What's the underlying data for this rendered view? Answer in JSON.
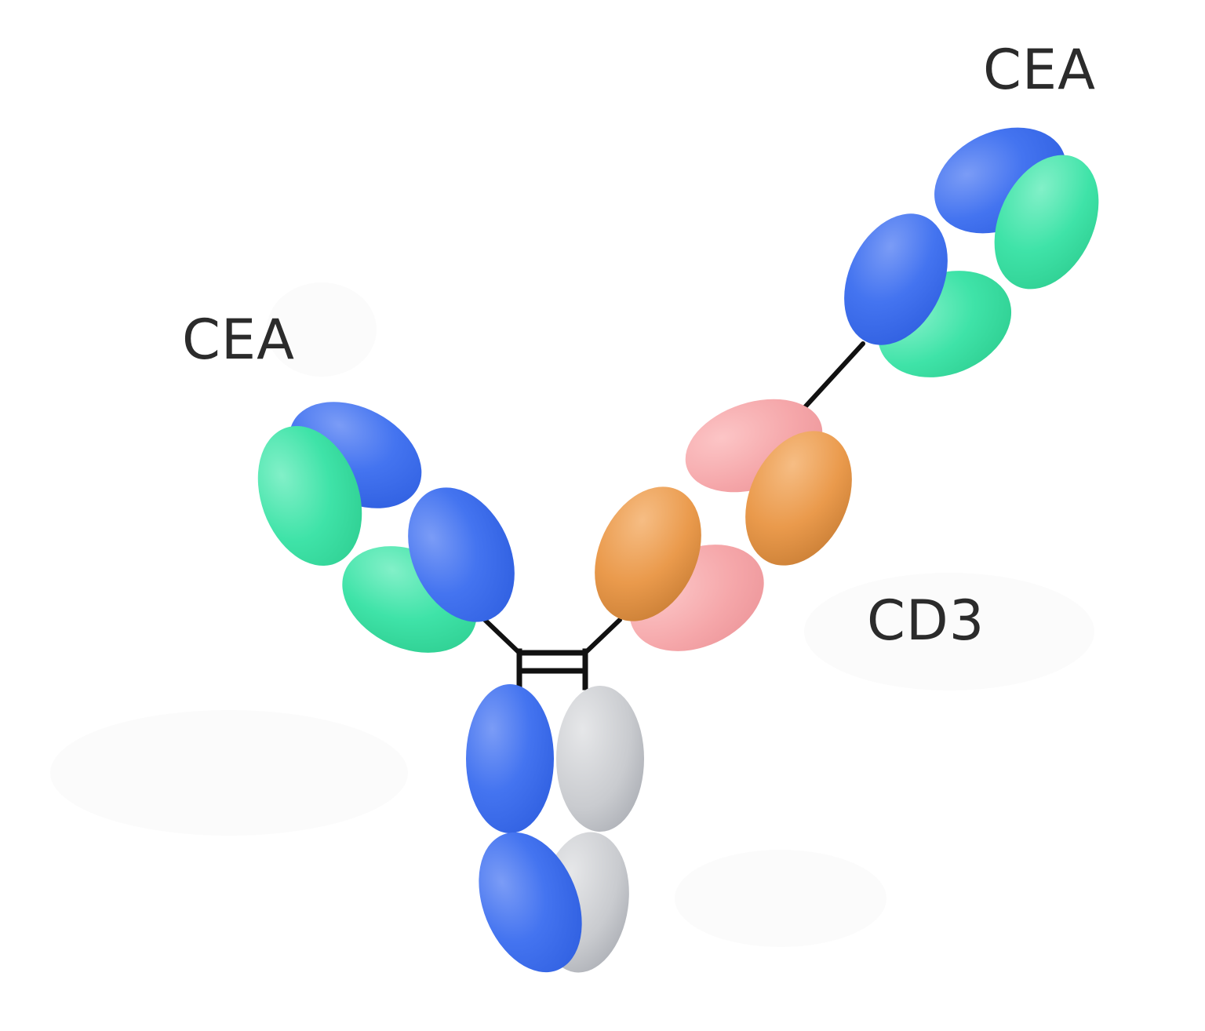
{
  "labels": {
    "cea_left": "CEA",
    "cea_top_right": "CEA",
    "cd3": "CD3"
  },
  "colors": {
    "heavy_blue": "#3d6ff0",
    "light_green": "#3fe0a8",
    "cd3_pink": "#f5a5a8",
    "cd3_orange": "#e9984a",
    "fc_gray": "#c9cbcf",
    "linker_black": "#111111",
    "label_text": "#2b2b2b"
  }
}
